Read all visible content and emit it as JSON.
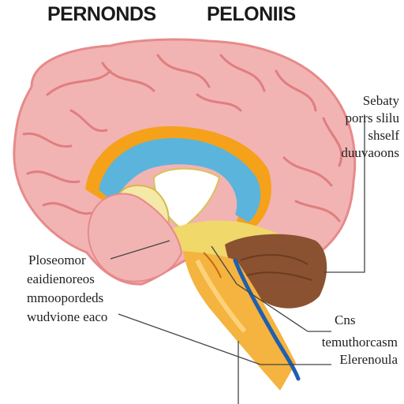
{
  "title": {
    "left": "PERNONDS",
    "right": "PELONIIS"
  },
  "labels": {
    "top_right": [
      "Sebaty",
      "porrs slilu",
      "shself",
      "duuvaoons"
    ],
    "left": [
      "Ploseomor",
      "eaidienoreos",
      "mmoopordeds",
      "wudvione eaco"
    ],
    "bottom_right_short": "Cns",
    "bottom_right": [
      "temuthorcasm",
      "Elerenoula"
    ]
  },
  "colors": {
    "cortex": "#f2b3b3",
    "cortex_outline": "#e68a8a",
    "gyri_lines": "#e07e7e",
    "limbic_blue": "#5bb4dc",
    "limbic_orange": "#f5a11a",
    "thalamus_yellow": "#f0d86a",
    "cerebellum": "#8a5230",
    "brainstem": "#f5b33f",
    "artery": "#1f5fb0",
    "leader": "#444444"
  }
}
